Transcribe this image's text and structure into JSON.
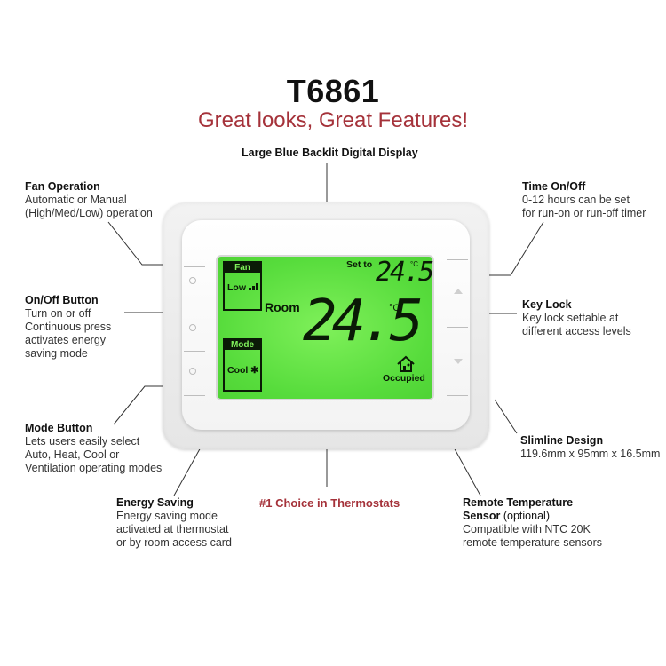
{
  "header": {
    "title": "T6861",
    "subtitle": "Great looks, Great Features!"
  },
  "center": {
    "top_label": "Large Blue Backlit Digital Display",
    "bottom_label": "#1 Choice in Thermostats"
  },
  "features": {
    "fan": {
      "title": "Fan Operation",
      "desc": "Automatic or Manual\n(High/Med/Low) operation"
    },
    "onoff": {
      "title": "On/Off Button",
      "desc": "Turn on or off\nContinuous press\nactivates energy\nsaving mode"
    },
    "mode": {
      "title": "Mode Button",
      "desc": "Lets users easily select\nAuto, Heat, Cool or\nVentilation operating modes"
    },
    "energy": {
      "title": "Energy Saving",
      "desc": "Energy saving mode\nactivated at thermostat\nor by room access card"
    },
    "time": {
      "title": "Time On/Off",
      "desc": "0-12 hours can be set\nfor run-on or run-off timer"
    },
    "keylock": {
      "title": "Key Lock",
      "desc": "Key lock settable at\ndifferent access levels"
    },
    "slim": {
      "title": "Slimline Design",
      "desc": "119.6mm x 95mm x 16.5mm"
    },
    "remote": {
      "title": "Remote Temperature\nSensor",
      "title_suffix": " (optional)",
      "desc": "Compatible with NTC 20K\nremote temperature sensors"
    }
  },
  "display": {
    "fan_caption": "Fan",
    "fan_value": "Low",
    "mode_caption": "Mode",
    "mode_value": "Cool ✱",
    "set_to_label": "Set to",
    "set_value": "24.5",
    "set_unit": "°C",
    "room_label": "Room",
    "room_value": "24.5",
    "room_unit": "°C",
    "status": "Occupied"
  },
  "colors": {
    "accent_red": "#a5323a",
    "screen_green": "#57dc3c"
  }
}
